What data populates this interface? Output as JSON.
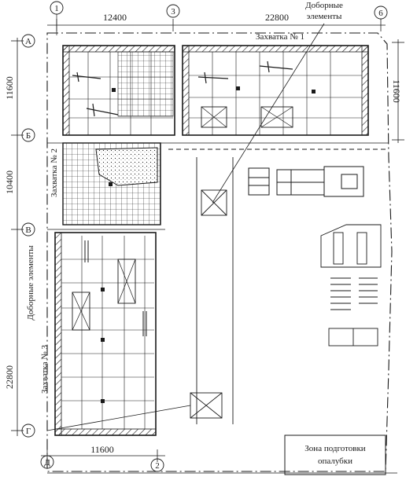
{
  "labels": {
    "dobornye_top_line1": "Доборные",
    "dobornye_top_line2": "элементы",
    "zakhvatka_1": "Захватка № 1",
    "zakhvatka_2": "Захватка № 2",
    "zakhvatka_3": "Захватка № 3",
    "dobornye_left": "Доборные элементы",
    "zone_line1": "Зона подготовки",
    "zone_line2": "опалубки"
  },
  "dimensions": {
    "top_left": "12400",
    "top_right": "22800",
    "right_side": "11600",
    "left_1": "11600",
    "left_2": "10400",
    "left_3": "22800",
    "bottom": "11600"
  },
  "axes": {
    "a1": "1",
    "a3": "3",
    "a6": "6",
    "a2": "2",
    "aA": "А",
    "aB": "Б",
    "aV": "В",
    "aG": "Г",
    "aD": "Д"
  }
}
